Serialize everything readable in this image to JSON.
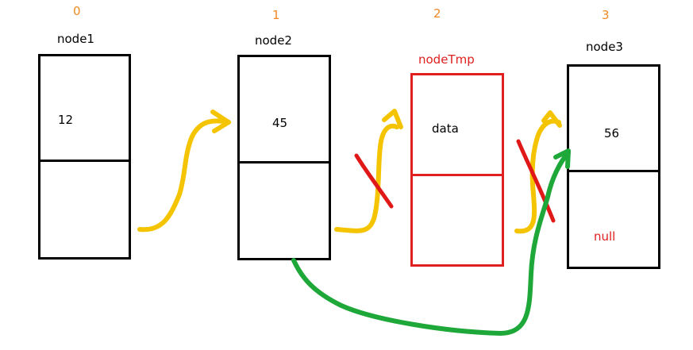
{
  "indices": [
    "0",
    "1",
    "2",
    "3"
  ],
  "nodes": [
    {
      "label": "node1",
      "data": "12",
      "next": ""
    },
    {
      "label": "node2",
      "data": "45",
      "next": ""
    },
    {
      "label": "nodeTmp",
      "data": "data",
      "next": ""
    },
    {
      "label": "node3",
      "data": "56",
      "next": "null"
    }
  ],
  "colors": {
    "index": "#f08a24",
    "node_border": "#000000",
    "temp_node": "#e02020",
    "arrow_yellow": "#f5c400",
    "arrow_green": "#1fa83a",
    "cross_red": "#e01818"
  }
}
